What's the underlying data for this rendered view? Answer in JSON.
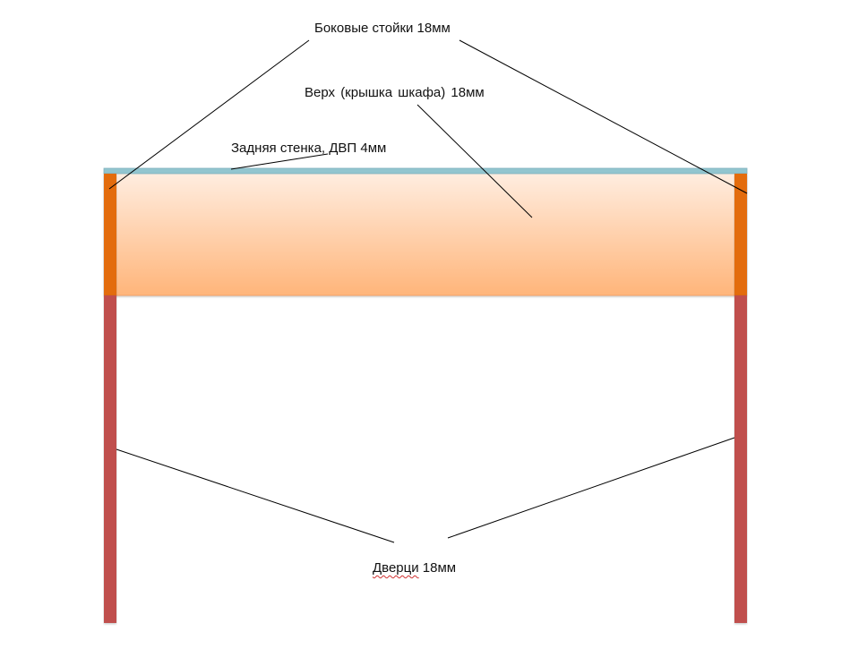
{
  "diagram": {
    "labels": {
      "side_posts": "Боковые стойки 18мм",
      "top_lid": "Верх (крышка шкафа) 18мм",
      "back_panel": "Задняя стенка, ДВП 4мм",
      "doors_word": "Дверци",
      "doors_size": " 18мм"
    },
    "colors": {
      "back_panel": "#92C5CF",
      "top_lid_light": "#FFEDE0",
      "top_lid_dark": "#FFB57A",
      "side_posts": "#E36C0A",
      "doors": "#C0504D",
      "leader_lines": "#000000"
    }
  }
}
